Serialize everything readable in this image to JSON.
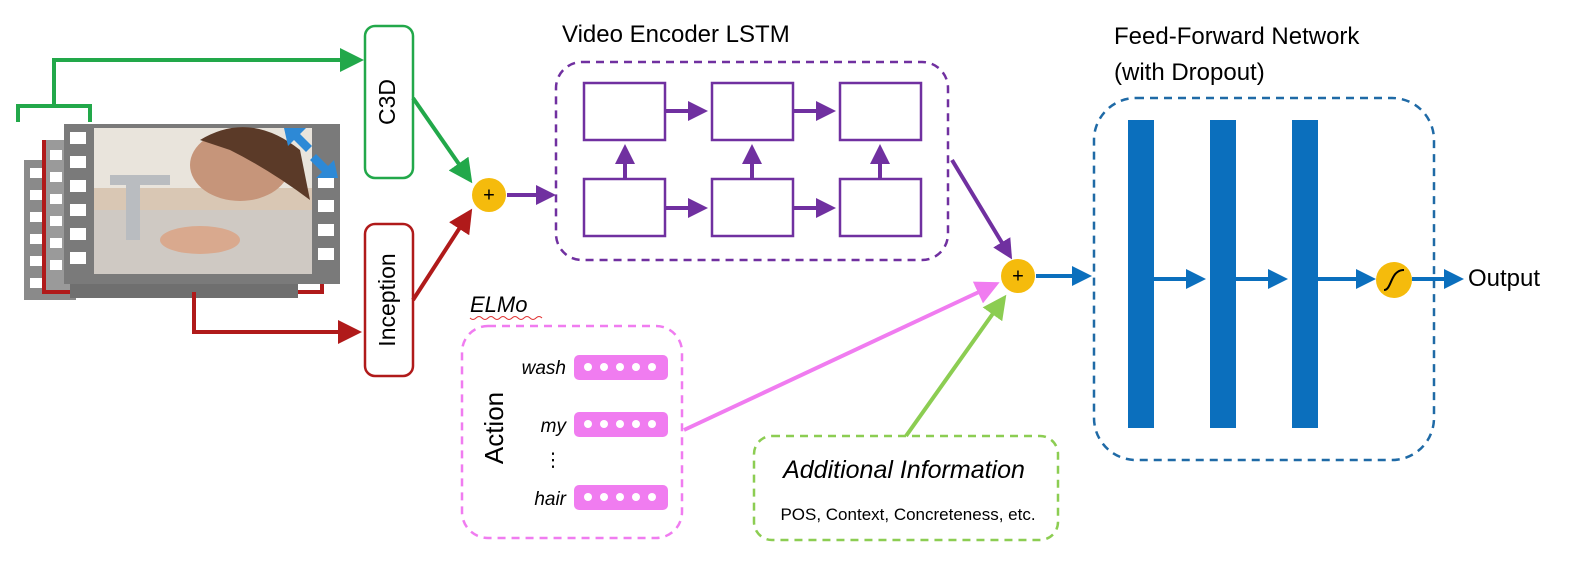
{
  "labels": {
    "c3d": "C3D",
    "inception": "Inception",
    "lstm_title": "Video Encoder LSTM",
    "ffn_title_line1": "Feed-Forward Network",
    "ffn_title_line2": "(with Dropout)",
    "elmo": "ELMo",
    "action": "Action",
    "words": [
      "wash",
      "my",
      "⋮",
      "hair"
    ],
    "additional_title": "Additional Information",
    "additional_subtitle": "POS, Context, Concreteness, etc.",
    "output": "Output",
    "plus": "+"
  },
  "colors": {
    "green": "#22a84a",
    "red": "#b01a1a",
    "purple": "#7030a0",
    "blue": "#0b6fbd",
    "pink": "#f07cf0",
    "light_green": "#8ccd52",
    "yellow": "#f5bb0c",
    "ffn_border": "#1f6aa6"
  },
  "icons": {
    "video_frames": "film-strip-icon",
    "sigmoid": "sigmoid-icon"
  }
}
